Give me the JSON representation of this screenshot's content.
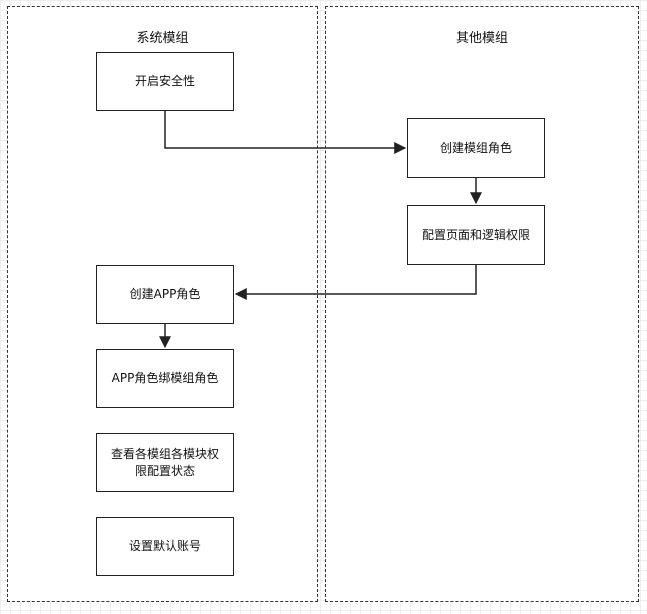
{
  "lanes": {
    "system": {
      "title": "系统模组"
    },
    "other": {
      "title": "其他模组"
    }
  },
  "nodes": {
    "enable_security": "开启安全性",
    "create_module_role": "创建模组角色",
    "configure_permissions": "配置页面和逻辑权限",
    "create_app_role": "创建APP角色",
    "bind_app_role": "APP角色绑模组角色",
    "view_permission_status": "查看各模组各模块权限配置状态",
    "set_default_account": "设置默认账号"
  },
  "edges": [
    {
      "from": "enable_security",
      "to": "create_module_role"
    },
    {
      "from": "create_module_role",
      "to": "configure_permissions"
    },
    {
      "from": "configure_permissions",
      "to": "create_app_role"
    },
    {
      "from": "create_app_role",
      "to": "bind_app_role"
    }
  ],
  "colors": {
    "stroke": "#222222",
    "grid": "#eeeeee",
    "background": "#ffffff"
  }
}
